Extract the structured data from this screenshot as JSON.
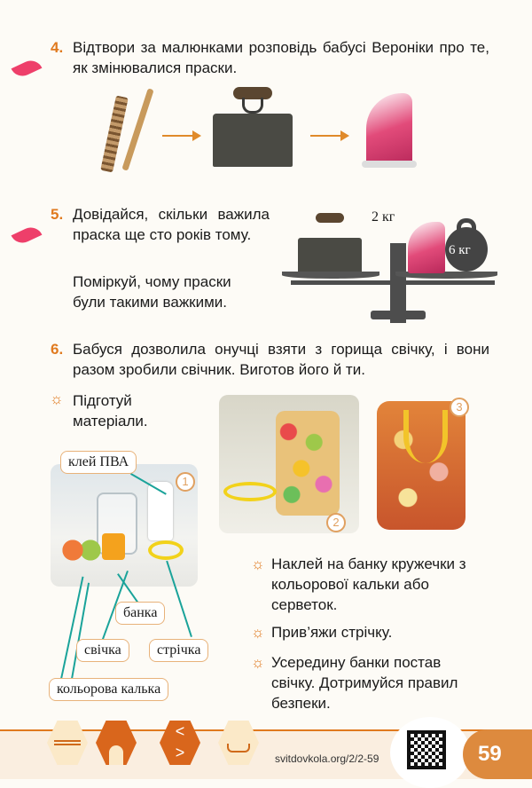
{
  "task4": {
    "number": "4.",
    "text": "Відтвори за малюнками розповідь бабусі Вероніки про те, як змінювалися праски."
  },
  "task5": {
    "number": "5.",
    "text": "Довідайся, скільки важила праска ще сто років тому.",
    "text2": "Поміркуй, чому праски були такими важкими.",
    "weight_iron": "2 кг",
    "weight_kettlebell": "6 кг"
  },
  "task6": {
    "number": "6.",
    "text": "Бабуся дозволила онучці взяти з горища свічку, і вони разом зробили свічник. Виготов його й ти.",
    "prepare": "Підготуй матеріали.",
    "labels": {
      "glue": "клей ПВА",
      "jar": "банка",
      "candle": "свічка",
      "ribbon": "стрічка",
      "tissue": "кольорова калька"
    },
    "badges": [
      "1",
      "2",
      "3"
    ],
    "steps": [
      "Наклей на банку кружечки з кольорової кальки або серветок.",
      "Прив’яжи стрічку.",
      "Усередину банки постав свічку. Дотримуйся правил безпеки."
    ]
  },
  "footer": {
    "url": "svitdovkola.org/2/2-59",
    "page": "59"
  },
  "colors": {
    "accent": "#e07a1f",
    "pink": "#ee3f6a",
    "teal": "#1aa39a",
    "footer_bg": "#faeee0"
  }
}
